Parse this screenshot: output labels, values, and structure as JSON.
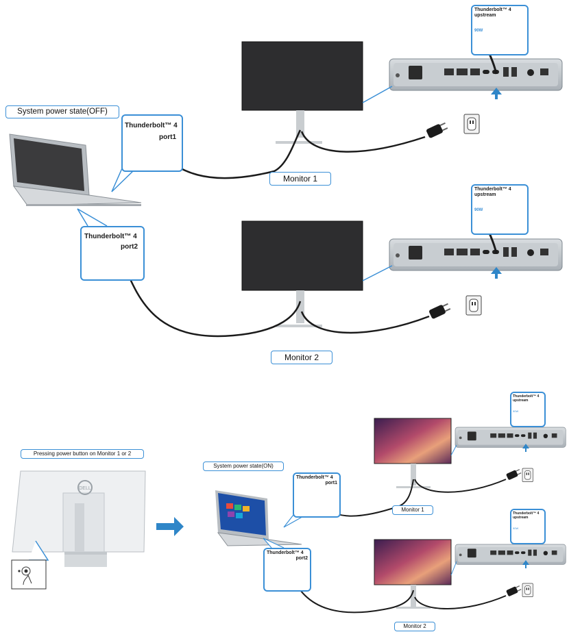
{
  "scenario_off": {
    "system_state": "System power state(OFF)",
    "monitor1": "Monitor 1",
    "monitor2": "Monitor 2",
    "tb_label": "Thunderbolt™ 4",
    "port1": "port1",
    "port2": "port2",
    "upstream": "upstream",
    "power_watt": "90W"
  },
  "scenario_on": {
    "press_instruction": "Pressing power button on Monitor 1 or 2",
    "system_state": "System power state(ON)",
    "monitor1": "Monitor 1",
    "monitor2": "Monitor 2",
    "tb_label": "Thunderbolt™ 4",
    "port1": "port1",
    "port2": "port2",
    "upstream": "upstream",
    "power_watt": "90W"
  },
  "colors": {
    "accent": "#3a8fd6",
    "arrow": "#2f86c8",
    "screen_off": "#2d2d2f",
    "cable": "#1b1b1b"
  },
  "icons": [
    "laptop",
    "monitor",
    "port-panel",
    "usb-c-plug",
    "power-plug",
    "wall-outlet",
    "arrow-right",
    "dell-logo",
    "power-button-hand"
  ]
}
